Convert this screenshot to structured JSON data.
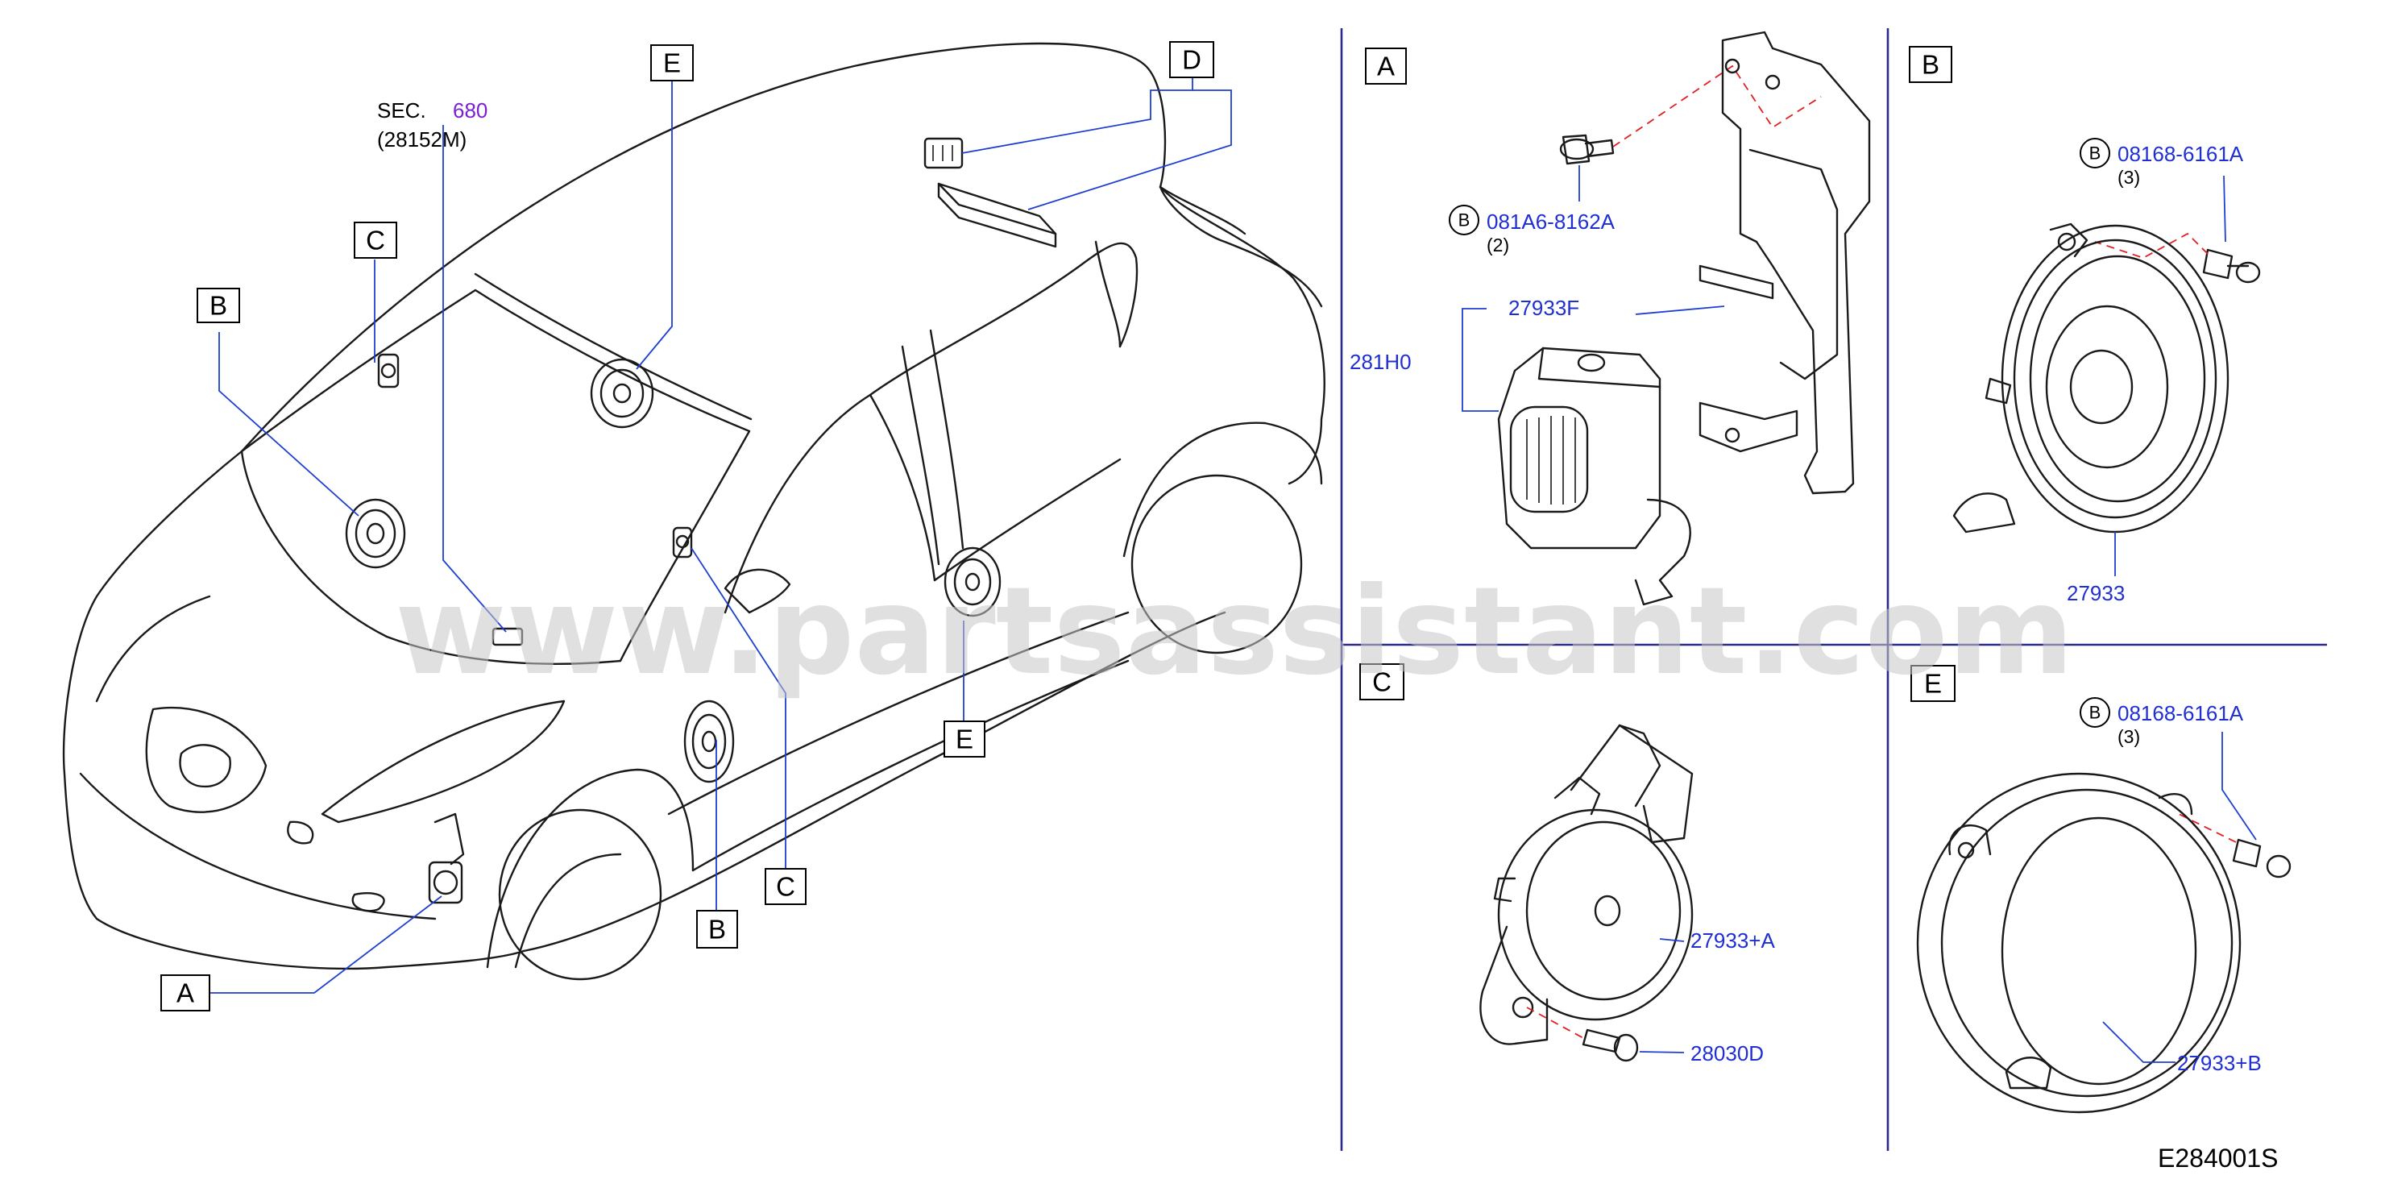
{
  "watermark": "www.partsassistant.com",
  "diagram_code": "E284001S",
  "sec_ref": {
    "prefix": "SEC.",
    "number": "680",
    "sub": "(28152M)"
  },
  "callouts": {
    "A": "A",
    "B": "B",
    "C": "C",
    "D": "D",
    "E": "E"
  },
  "panels": {
    "A": {
      "label": "A",
      "bolt_ref": "B",
      "bolt_part": "081A6-8162A",
      "bolt_qty": "(2)",
      "bracket_part": "27933F",
      "assembly_part": "281H0"
    },
    "B": {
      "label": "B",
      "bolt_ref": "B",
      "bolt_part": "08168-6161A",
      "bolt_qty": "(3)",
      "speaker_part": "27933"
    },
    "C": {
      "label": "C",
      "tweeter_part": "27933+A",
      "screw_part": "28030D"
    },
    "E": {
      "label": "E",
      "bolt_ref": "B",
      "bolt_part": "08168-6161A",
      "bolt_qty": "(3)",
      "speaker_part": "27933+B"
    }
  },
  "colors": {
    "part_number": "#1f2fd1",
    "leader": "#1f3fd1",
    "dash": "#e02020",
    "sec_number": "#7b1fd1"
  }
}
